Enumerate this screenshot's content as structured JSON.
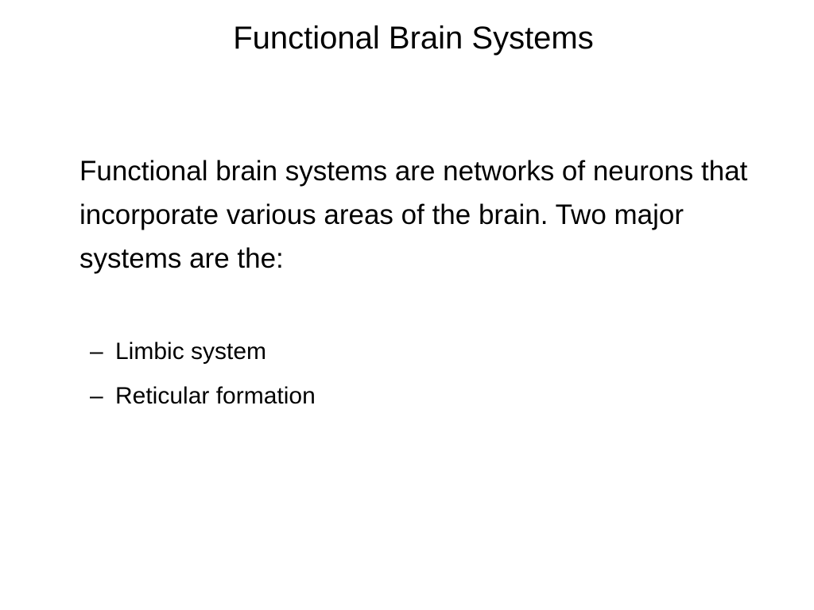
{
  "slide": {
    "title": "Functional Brain Systems",
    "body": "Functional brain systems are networks of neurons that incorporate various areas of the brain. Two major systems are the:",
    "items": [
      {
        "marker": "–",
        "label": "Limbic system"
      },
      {
        "marker": "–",
        "label": "Reticular formation"
      }
    ]
  }
}
